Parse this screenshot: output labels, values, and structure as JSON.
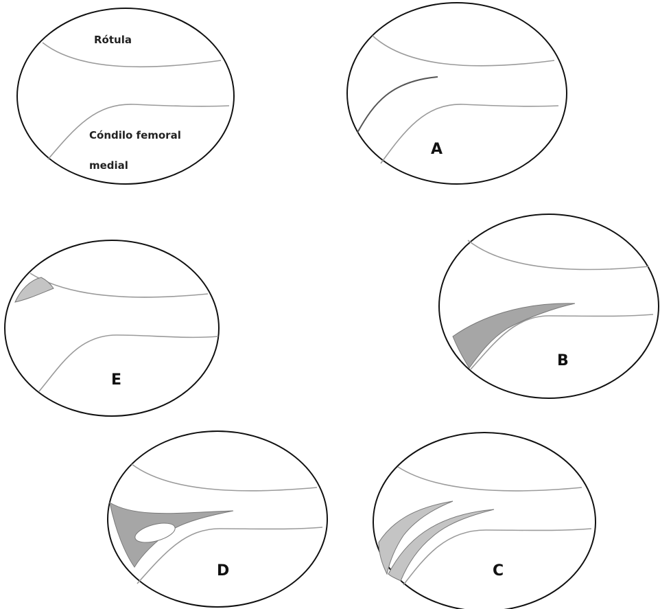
{
  "labels": {
    "rotula": "Rótula",
    "condilo_line1": "Cóndilo femoral",
    "condilo_line2": "medial",
    "panel_a": "A",
    "panel_b": "B",
    "panel_c": "C",
    "panel_d": "D",
    "panel_e": "E"
  },
  "colors": {
    "outline": "#111111",
    "anatomy_line": "#9a9a9a",
    "plica_fill_dark": "#a6a6a6",
    "plica_fill_light": "#c4c4c4"
  }
}
